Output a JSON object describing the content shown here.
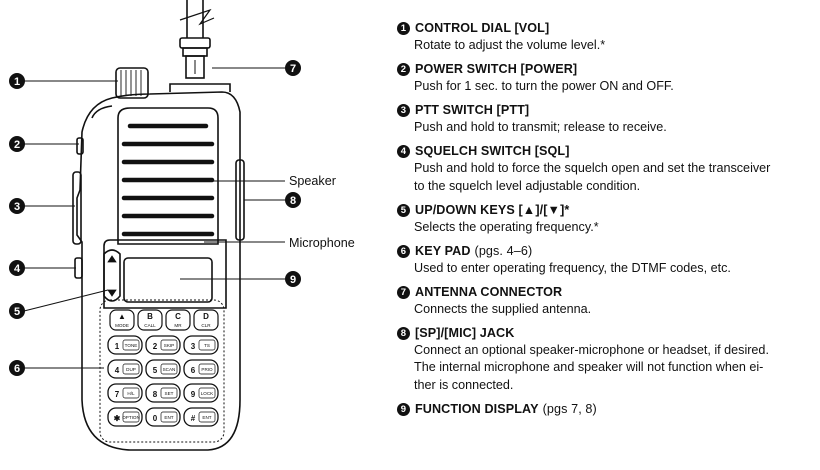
{
  "diagram": {
    "labels": {
      "speaker": "Speaker",
      "microphone": "Microphone"
    },
    "markers": [
      "1",
      "2",
      "3",
      "4",
      "5",
      "6",
      "7",
      "8",
      "9"
    ],
    "top_keys": [
      {
        "icon": "▲",
        "sub": "MODE"
      },
      {
        "icon": "B",
        "sub": "CALL"
      },
      {
        "icon": "C",
        "sub": "MR"
      },
      {
        "icon": "D",
        "sub": "CLR"
      }
    ],
    "keypad": [
      [
        {
          "main": "1",
          "sub": "TONE"
        },
        {
          "main": "2",
          "sub": "SKIP"
        },
        {
          "main": "3",
          "sub": "TS"
        }
      ],
      [
        {
          "main": "4",
          "sub": "DUP"
        },
        {
          "main": "5",
          "sub": "SCAN"
        },
        {
          "main": "6",
          "sub": "PRIO"
        }
      ],
      [
        {
          "main": "7",
          "sub": "H/L"
        },
        {
          "main": "8",
          "sub": "SET"
        },
        {
          "main": "9",
          "sub": "LOCK"
        }
      ],
      [
        {
          "main": "✱",
          "sub": "OPTION"
        },
        {
          "main": "0",
          "sub": "ENT"
        },
        {
          "main": "#",
          "sub": "ENT"
        }
      ]
    ]
  },
  "legend": [
    {
      "num": "1",
      "title": "CONTROL DIAL [VOL]",
      "note": "",
      "lines": [
        "Rotate to adjust the volume level.*"
      ]
    },
    {
      "num": "2",
      "title": "POWER SWITCH [POWER]",
      "note": "",
      "lines": [
        "Push for 1 sec. to turn the power ON and OFF."
      ]
    },
    {
      "num": "3",
      "title": "PTT SWITCH [PTT]",
      "note": "",
      "lines": [
        "Push and hold to transmit; release to receive."
      ]
    },
    {
      "num": "4",
      "title": "SQUELCH SWITCH [SQL]",
      "note": "",
      "lines": [
        "Push and hold to force the squelch open and set the transceiver",
        "to the squelch level adjustable condition."
      ]
    },
    {
      "num": "5",
      "title": "UP/DOWN KEYS [▲]/[▼]*",
      "note": "",
      "lines": [
        "Selects the operating frequency.*"
      ]
    },
    {
      "num": "6",
      "title": "KEY PAD",
      "note": "(pgs. 4–6)",
      "lines": [
        "Used to enter operating frequency, the DTMF codes, etc."
      ]
    },
    {
      "num": "7",
      "title": "ANTENNA CONNECTOR",
      "note": "",
      "lines": [
        "Connects the supplied antenna."
      ]
    },
    {
      "num": "8",
      "title": "[SP]/[MIC] JACK",
      "note": "",
      "lines": [
        "Connect an optional speaker-microphone or headset, if desired.",
        "The internal microphone and speaker will not function when ei-",
        "ther is connected."
      ]
    },
    {
      "num": "9",
      "title": "FUNCTION DISPLAY",
      "note": "(pgs 7, 8)",
      "lines": []
    }
  ]
}
